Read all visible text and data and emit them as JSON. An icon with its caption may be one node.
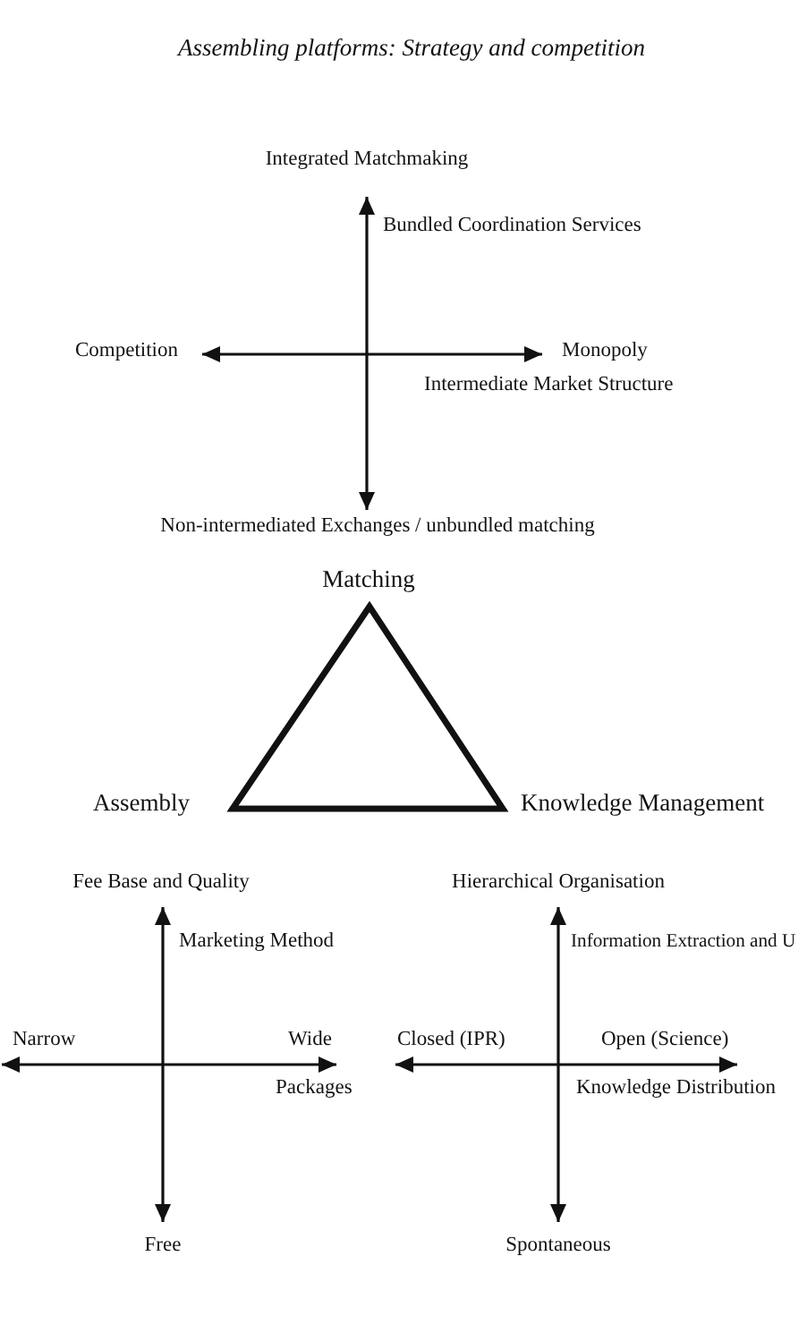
{
  "diagram": {
    "nodes": [
      {
        "text": [],
        "shape": "triangle",
        "beside": [
          "Matching",
          "Assembly",
          "Knowledge Management"
        ]
      }
    ],
    "labels": [
      "Assembling platforms: Strategy and competition",
      "Integrated Matchmaking",
      "Bundled Coordination Services",
      "Competition",
      "Monopoly",
      "Intermediate Market Structure",
      "Non-intermediated Exchanges / unbundled matching",
      "Fee Base and Quality",
      "Hierarchical Organisation",
      "Marketing Method",
      "Information Extraction and U",
      "Narrow",
      "Wide",
      "Closed (IPR)",
      "Open (Science)",
      "Packages",
      "Knowledge Distribution",
      "Free",
      "Spontaneous"
    ]
  }
}
